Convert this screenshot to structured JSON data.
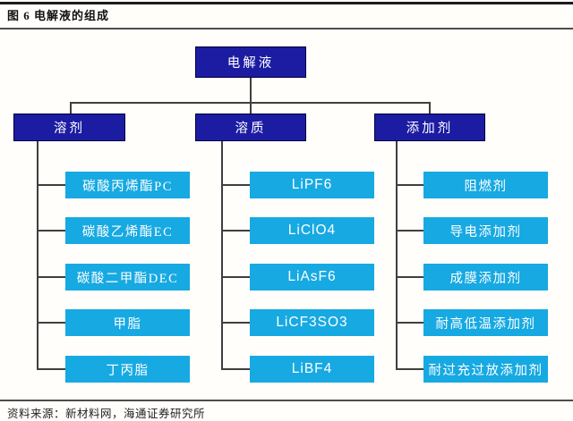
{
  "figure": {
    "title": "图 6  电解液的组成",
    "source": "资料来源：新材料网，海通证券研究所"
  },
  "tree": {
    "root": "电解液",
    "branches": [
      {
        "label": "溶剂",
        "children": [
          "碳酸丙烯酯PC",
          "碳酸乙烯酯EC",
          "碳酸二甲酯DEC",
          "甲脂",
          "丁丙脂"
        ]
      },
      {
        "label": "溶质",
        "children": [
          "LiPF6",
          "LiClO4",
          "LiAsF6",
          "LiCF3SO3",
          "LiBF4"
        ]
      },
      {
        "label": "添加剂",
        "children": [
          "阻燃剂",
          "导电添加剂",
          "成膜添加剂",
          "耐高低温添加剂",
          "耐过充过放添加剂"
        ]
      }
    ]
  },
  "colors": {
    "node_navy": "#1c1ca3",
    "node_cyan": "#17a9e2",
    "connector_line": "#3f3f3f",
    "text": "#ffffff"
  }
}
